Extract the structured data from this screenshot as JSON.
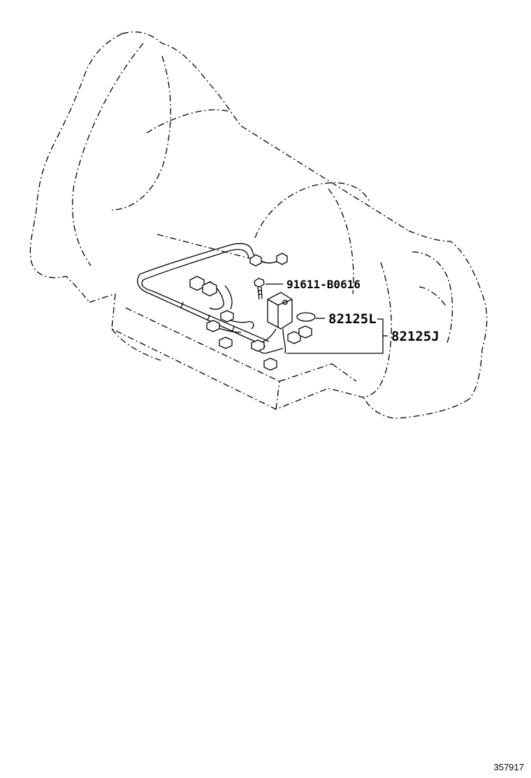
{
  "diagram": {
    "parts": [
      {
        "id": "bolt",
        "number": "91611-B0616"
      },
      {
        "id": "oring",
        "number": "82125L"
      },
      {
        "id": "wire-assembly",
        "number": "82125J"
      }
    ],
    "reference_id": "357917"
  }
}
